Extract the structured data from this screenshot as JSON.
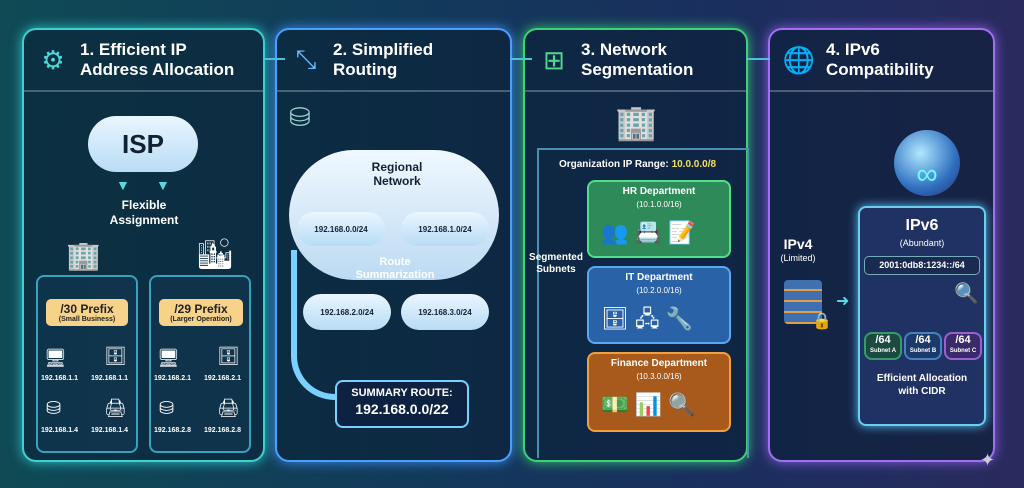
{
  "panels": [
    {
      "title": "1. Efficient IP Address Allocation",
      "icon": "gear-icon",
      "cloud": "ISP",
      "assign": "Flexible Assignment",
      "left": {
        "prefix": "/30 Prefix",
        "desc": "(Small Business)",
        "ips": [
          "192.168.1.1",
          "192.168.1.1",
          "192.168.1.4",
          "192.168.1.4"
        ]
      },
      "right": {
        "prefix": "/29 Prefix",
        "desc": "(Larger Operation)",
        "ips": [
          "192.168.2.1",
          "192.168.2.1",
          "192.168.2.8",
          "192.168.2.8"
        ]
      }
    },
    {
      "title": "2. Simplified Routing",
      "icon": "arrows-icon",
      "regional": "Regional Network",
      "subnets": [
        "192.168.0.0/24",
        "192.168.1.0/24",
        "192.168.2.0/24",
        "192.168.3.0/24"
      ],
      "summarization": "Route Summarization",
      "summary_label": "SUMMARY ROUTE:",
      "summary_value": "192.168.0.0/22"
    },
    {
      "title": "3. Network Segmentation",
      "icon": "hierarchy-icon",
      "org_label": "Organization IP Range:",
      "org_range": "10.0.0.0/8",
      "segmented": "Segmented Subnets",
      "departments": [
        {
          "name": "HR Department",
          "range": "(10.1.0.0/16)",
          "color": "#2e9a5a"
        },
        {
          "name": "IT Department",
          "range": "(10.2.0.0/16)",
          "color": "#2a6ab0"
        },
        {
          "name": "Finance Department",
          "range": "(10.3.0.0/16)",
          "color": "#b8651e"
        }
      ]
    },
    {
      "title": "4. IPv6 Compatibility",
      "icon": "globe-icon",
      "ipv4": "IPv4",
      "ipv4_sub": "(Limited)",
      "ipv6": "IPv6",
      "ipv6_sub": "(Abundant)",
      "prefix": "2001:0db8:1234::/64",
      "subnets": [
        {
          "p": "/64",
          "n": "Subnet A"
        },
        {
          "p": "/64",
          "n": "Subnet B"
        },
        {
          "p": "/64",
          "n": "Subnet C"
        }
      ],
      "footer": "Efficient Allocation with CIDR"
    }
  ]
}
